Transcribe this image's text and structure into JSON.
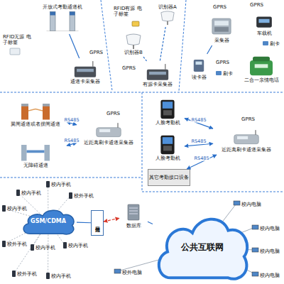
{
  "diagram": {
    "nodes": [
      {
        "text": [
          "开放式考勤通道机"
        ]
      },
      {
        "text": [
          "通道卡采集器"
        ]
      },
      {
        "text": [
          "识别器A"
        ]
      },
      {
        "text": [
          "识别器B"
        ]
      },
      {
        "text": [
          "有源卡采集器"
        ]
      },
      {
        "text": [
          "读卡器"
        ]
      },
      {
        "text": [
          "采集器"
        ]
      },
      {
        "text": [
          "车载机"
        ]
      },
      {
        "text": [
          "二合一亲情电话"
        ]
      },
      {
        "text": [
          "翼闸通道或者摆闸通道"
        ]
      },
      {
        "text": [
          "近距离刷卡通道采集器"
        ]
      },
      {
        "text": [
          "无障碍通道"
        ]
      },
      {
        "text": [
          "人脸考勤机"
        ]
      },
      {
        "text": [
          "人脸考勤机"
        ]
      },
      {
        "text": [
          "其它考勤接口设备"
        ]
      },
      {
        "text": [
          "近距离刷卡通道采集器"
        ]
      },
      {
        "text": [
          "GSM/CDMA"
        ]
      },
      {
        "text": [
          "短信网关"
        ]
      },
      {
        "text": [
          "数据库"
        ]
      },
      {
        "text": [
          "公共互联网"
        ]
      }
    ],
    "edges": [
      {
        "from": 0,
        "to": 1,
        "arrow": "none"
      },
      {
        "from": 2,
        "to": 4,
        "arrow": "none"
      },
      {
        "from": 3,
        "to": 4,
        "arrow": "none"
      },
      {
        "from": 5,
        "to": 6,
        "arrow": "none"
      },
      {
        "from": 9,
        "to": 10,
        "label": "RS485",
        "arrow": "both"
      },
      {
        "from": 11,
        "to": 10,
        "label": "RS485",
        "arrow": "both"
      },
      {
        "from": 12,
        "to": 15,
        "label": "RS485",
        "arrow": "both"
      },
      {
        "from": 13,
        "to": 15,
        "label": "RS485",
        "arrow": "both"
      },
      {
        "from": 14,
        "to": 15,
        "label": "RS485",
        "arrow": "both"
      },
      {
        "from": 16,
        "to": 17,
        "arrow": "none"
      },
      {
        "from": 17,
        "to": 18,
        "arrow": "both"
      },
      {
        "from": 18,
        "to": 19,
        "arrow": "none"
      }
    ],
    "labels": [
      "RFID无源 电子标签",
      "GPRS",
      "RFID有源 电子标签",
      "GPRS",
      "GPRS",
      "GPRS",
      "刷卡",
      "GPRS",
      "刷卡",
      "GPRS",
      "GPRS",
      "校内手机",
      "校内手机",
      "校外手机",
      "校内手机",
      "校外手机",
      "校内手机",
      "校内手机",
      "校外手机",
      "校内手机",
      "校内电脑",
      "校内电脑",
      "校内电脑",
      "校内电脑",
      "校外电脑"
    ]
  }
}
